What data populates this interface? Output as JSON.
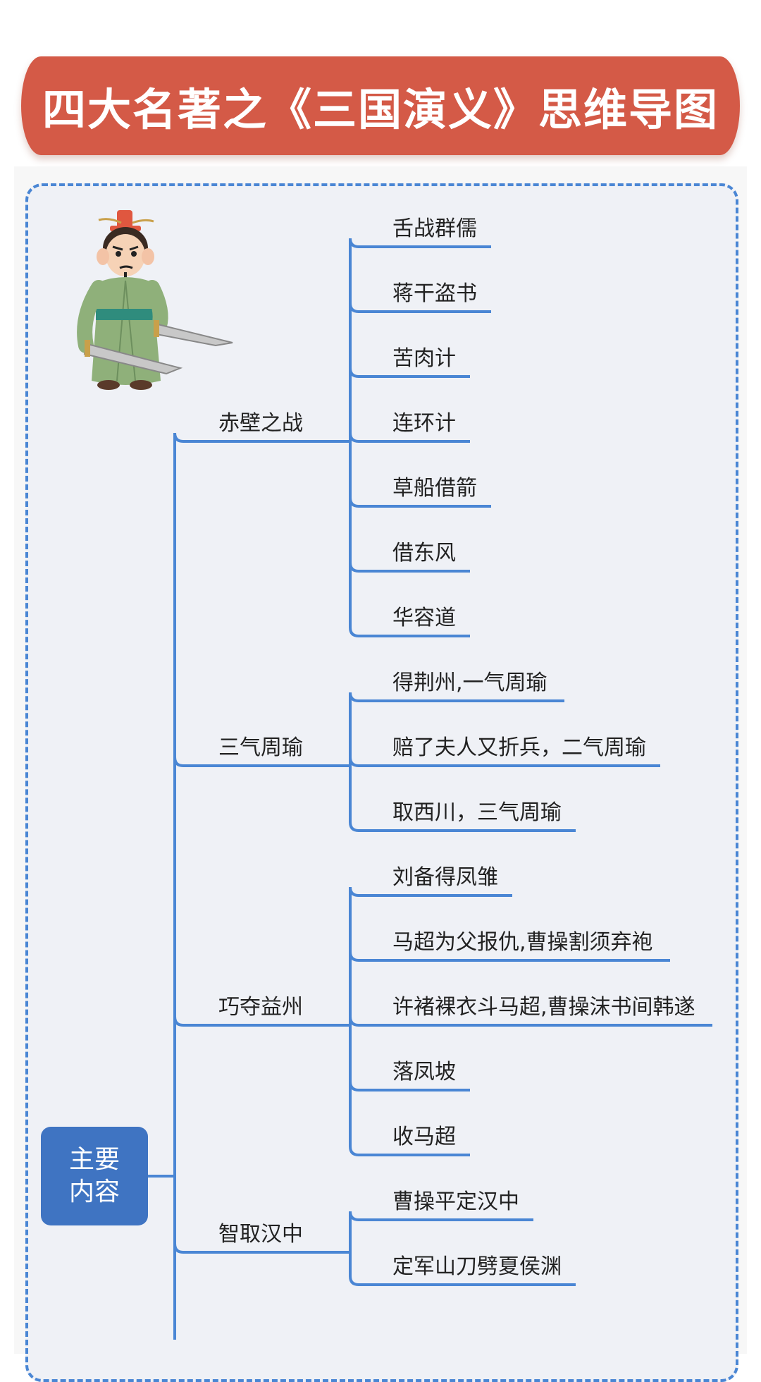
{
  "title": "四大名著之《三国演义》思维导图",
  "colors": {
    "banner": "#d45a47",
    "line": "#4a86d4",
    "root": "#3f74c2"
  },
  "root": {
    "label": "主要内容"
  },
  "branches": [
    {
      "label": "赤壁之战",
      "children": [
        "舌战群儒",
        "蒋干盗书",
        "苦肉计",
        "连环计",
        "草船借箭",
        "借东风",
        "华容道"
      ]
    },
    {
      "label": "三气周瑜",
      "children": [
        "得荆州,一气周瑜",
        "赔了夫人又折兵，二气周瑜",
        "取西川，三气周瑜"
      ]
    },
    {
      "label": "巧夺益州",
      "children": [
        "刘备得凤雏",
        "马超为父报仇,曹操割须弃袍",
        "许褚裸衣斗马超,曹操沫书间韩遂",
        "落凤坡",
        "收马超"
      ]
    },
    {
      "label": "智取汉中",
      "children": [
        "曹操平定汉中",
        "定军山刀劈夏侯渊"
      ]
    }
  ]
}
